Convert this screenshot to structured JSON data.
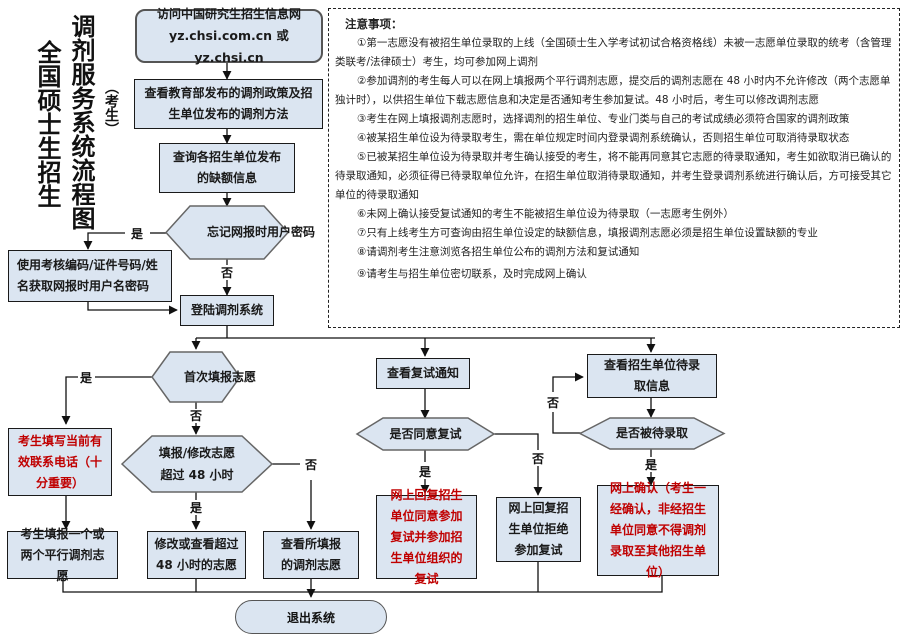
{
  "titles": {
    "main": "全国硕士生招生",
    "sub": "调剂服务系统流程图",
    "audience": "（考生）"
  },
  "notes": {
    "heading": "注意事项：",
    "items": [
      "①第一志愿没有被招生单位录取的上线（全国硕士生入学考试初试合格资格线）未被一志愿单位录取的统考（含管理类联考/法律硕士）考生，均可参加网上调剂",
      "②参加调剂的考生每人可以在网上填报两个平行调剂志愿，提交后的调剂志愿在 48 小时内不允许修改（两个志愿单独计时），以供招生单位下载志愿信息和决定是否通知考生参加复试。48 小时后，考生可以修改调剂志愿",
      "③考生在网上填报调剂志愿时，选择调剂的招生单位、专业门类与自己的考试成绩必须符合国家的调剂政策",
      "④被某招生单位设为待录取考生，需在单位规定时间内登录调剂系统确认，否则招生单位可取消待录取状态",
      "⑤已被某招生单位设为待录取并考生确认接受的考生，将不能再同意其它志愿的待录取通知，考生如欲取消已确认的待录取通知，必须征得已待录取单位允许，在招生单位取消待录取通知，并考生登录调剂系统进行确认后，方可接受其它单位的待录取通知",
      "⑥未网上确认接受复试通知的考生不能被招生单位设为待录取（一志愿考生例外）",
      "⑦只有上线考生方可查询由招生单位设定的缺额信息，填报调剂志愿必须是招生单位设置缺额的专业",
      "⑧请调剂考生注意浏览各招生单位公布的调剂方法和复试通知",
      "⑨请考生与招生单位密切联系，及时完成网上确认"
    ]
  },
  "nodes": {
    "visit_site": {
      "line1": "访问中国研究生招生信息网",
      "line2": "yz.chsi.com.cn 或 yz.chsi.cn"
    },
    "view_policy": "查看教育部发布的调剂政策及招生单位发布的调剂方法",
    "query_vacancy": "查询各招生单位发布的缺额信息",
    "forgot_password": "忘记网报时用户密码",
    "retrieve_password": "使用考核编码/证件号码/姓名获取网报时用户名密码",
    "login": "登陆调剂系统",
    "first_fill": "首次填报志愿",
    "fill_phone": "考生填写当前有效联系电话（十分重要）",
    "over_48h": {
      "line1": "填报/修改志愿",
      "line2": "超过 48 小时"
    },
    "fill_one_or_two": "考生填报一个或两个平行调剂志愿",
    "modify_after_48h": "修改或查看超过48 小时的志愿",
    "view_filled": "查看所填报的调剂志愿",
    "view_retest": "查看复试通知",
    "agree_retest": "是否同意复试",
    "reply_agree": "网上回复招生单位同意参加复试并参加招生单位组织的复试",
    "reply_refuse": "网上回复招生单位拒绝参加复试",
    "view_pending": "查看招生单位待录取信息",
    "is_pending": "是否被待录取",
    "confirm_online": "网上确认（考生一经确认，非经招生单位同意不得调剂录取至其他招生单位）",
    "exit": "退出系统"
  },
  "edge_labels": {
    "yes": "是",
    "no": "否"
  },
  "colors": {
    "box_fill": "#dbe5f1",
    "border": "#1a1a1a",
    "highlight_text": "#c00000"
  }
}
